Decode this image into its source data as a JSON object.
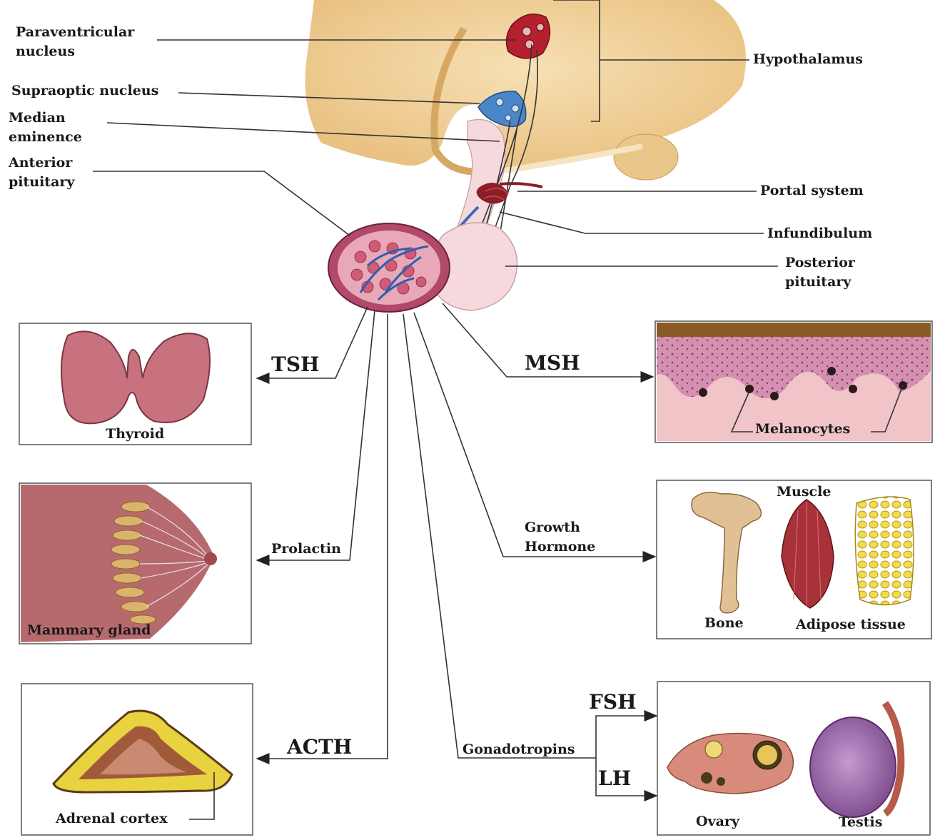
{
  "labels": {
    "paraventricular_1": "Paraventricular",
    "paraventricular_2": "nucleus",
    "supraoptic": "Supraoptic nucleus",
    "median_1": "Median",
    "median_2": "eminence",
    "anterior_1": "Anterior",
    "anterior_2": "pituitary",
    "hypothalamus": "Hypothalamus",
    "portal": "Portal system",
    "infundibulum": "Infundibulum",
    "posterior_1": "Posterior",
    "posterior_2": "pituitary"
  },
  "hormones": {
    "tsh": "TSH",
    "msh": "MSH",
    "prolactin": "Prolactin",
    "growth_1": "Growth",
    "growth_2": "Hormone",
    "acth": "ACTH",
    "gonadotropins": "Gonadotropins",
    "fsh": "FSH",
    "lh": "LH"
  },
  "targets": {
    "thyroid": "Thyroid",
    "melanocytes": "Melanocytes",
    "mammary": "Mammary gland",
    "muscle": "Muscle",
    "bone": "Bone",
    "adipose": "Adipose tissue",
    "adrenal": "Adrenal cortex",
    "ovary": "Ovary",
    "testis": "Testis"
  },
  "colors": {
    "brain": "#f3d6a0",
    "paraventricular": "#b5202e",
    "supraoptic": "#4a86c8",
    "anterior_pituitary": "#c97b8b",
    "posterior_pituitary": "#f6d9dc",
    "thyroid": "#c9727f",
    "skin": "#e7a7b8",
    "adipose": "#e8cf3a",
    "muscle": "#a8323a",
    "bone": "#e2c095",
    "testis": "#9a6aa8"
  }
}
